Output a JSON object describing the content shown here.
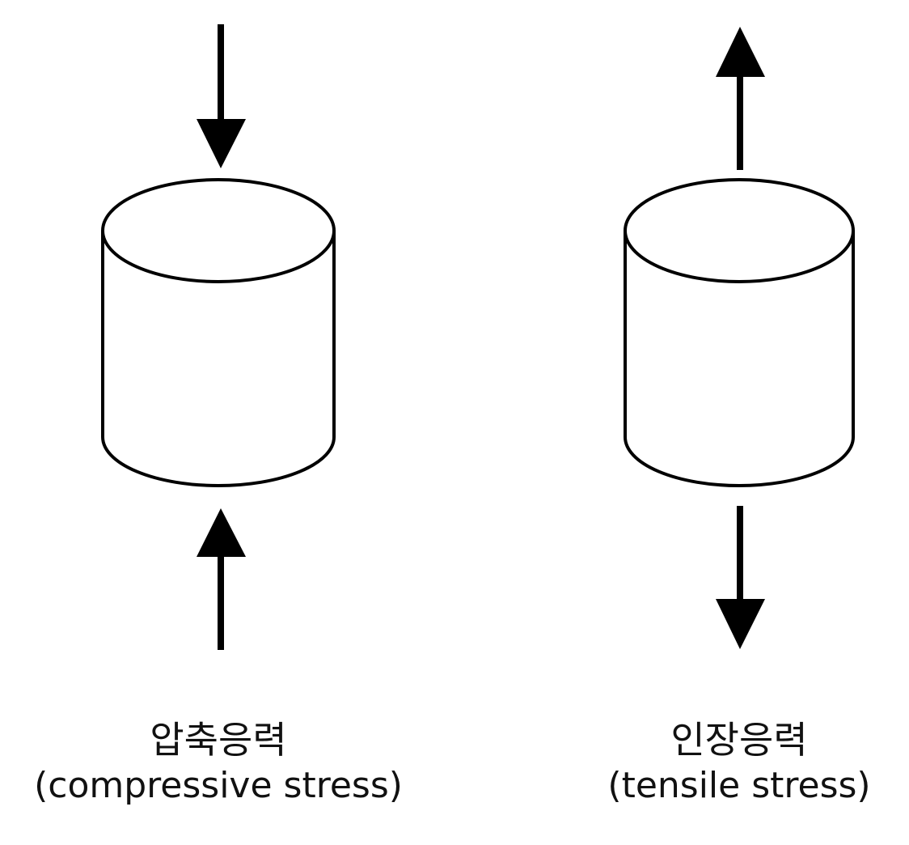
{
  "diagrams": [
    {
      "korean_label": "압축응력",
      "english_label": "(compressive stress)",
      "arrow_direction": "inward"
    },
    {
      "korean_label": "인장응력",
      "english_label": "(tensile stress)",
      "arrow_direction": "outward"
    }
  ],
  "colors": {
    "stroke": "#000000",
    "fill": "#ffffff"
  }
}
